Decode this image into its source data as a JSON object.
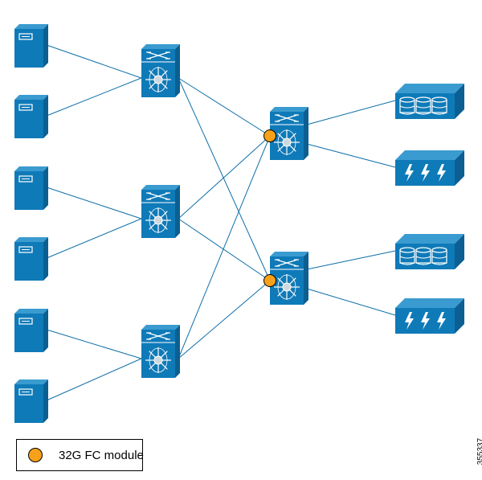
{
  "colors": {
    "device": "#0f7ab8",
    "device_side": "#0b5f92",
    "device_top": "#3a9bd0",
    "link": "#0f6fa8",
    "module": "#f7a11a"
  },
  "icons": {
    "server": "server-icon",
    "fabric_switch": "mds-switch-icon",
    "disk_storage": "disk-array-icon",
    "flash_storage": "flash-array-icon",
    "module_marker": "fc-module-dot"
  },
  "legend": {
    "label": "32G FC module"
  },
  "figure_id": "355337"
}
